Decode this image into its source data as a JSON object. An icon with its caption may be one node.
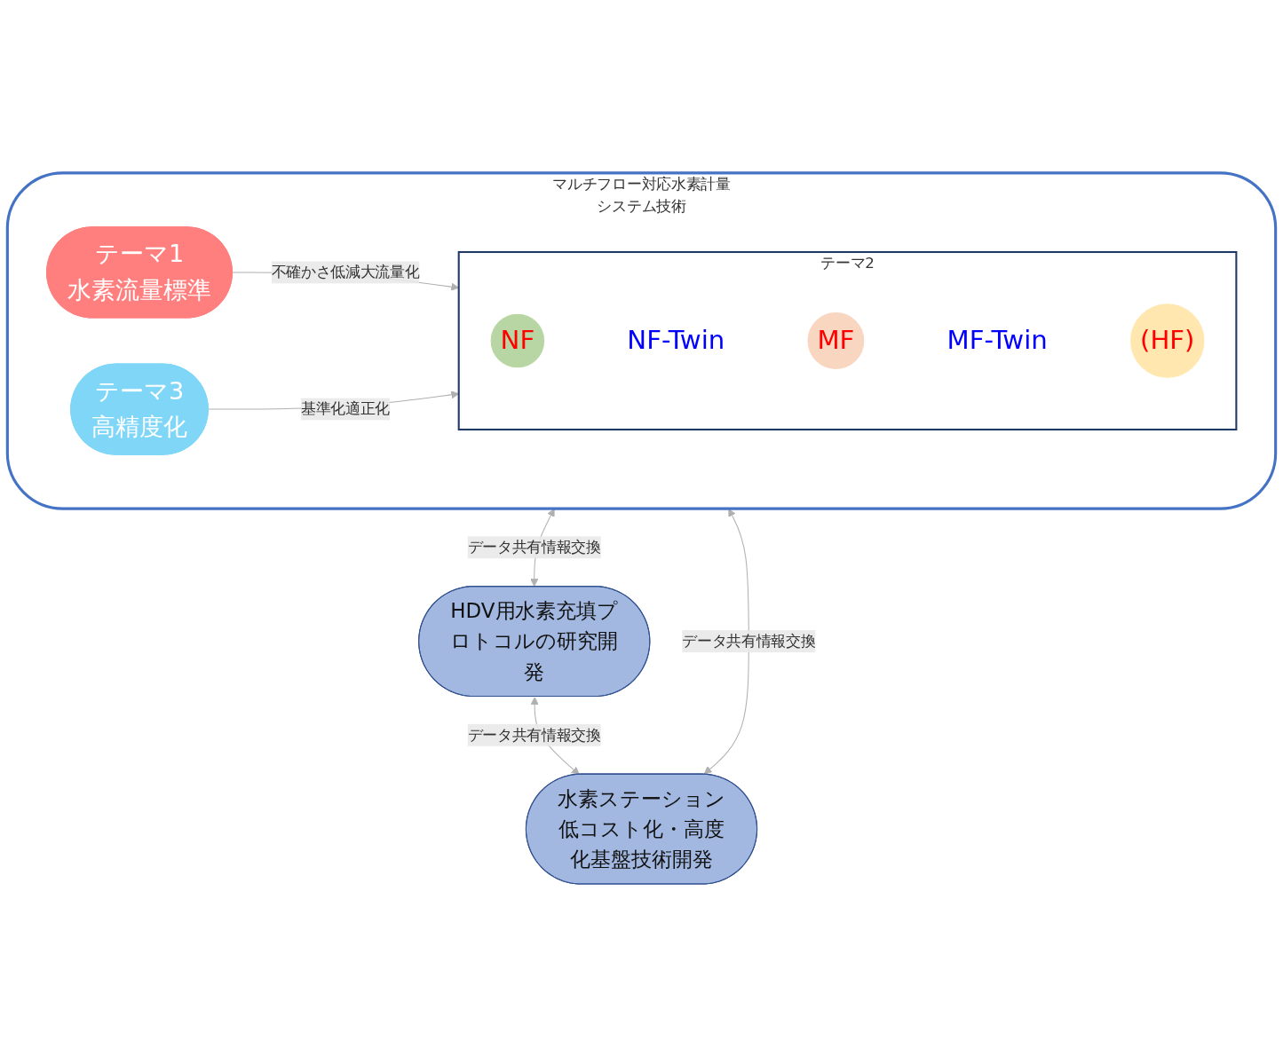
{
  "diagram": {
    "nodes": [
      {
        "text": [
          "マルチフロー対応水素計量システム技術"
        ]
      },
      {
        "text": [
          "テーマ1",
          "水素流量標準"
        ],
        "in": 0
      },
      {
        "text": [
          "テーマ2"
        ],
        "in": 0
      },
      {
        "text": [
          "NF"
        ],
        "in": 2
      },
      {
        "text": [
          "NF-Twin"
        ],
        "in": 2
      },
      {
        "text": [
          "MF"
        ],
        "in": 2
      },
      {
        "text": [
          "MF-Twin"
        ],
        "in": 2
      },
      {
        "text": [
          "(HF)"
        ],
        "in": 2
      },
      {
        "text": [
          "テーマ3",
          "高精度化"
        ],
        "in": 0
      },
      {
        "text": [
          "HDV用水素充填プロトコルの研究開発"
        ]
      },
      {
        "text": [
          "水素ステーション低コスト化・高度化基盤技術開発"
        ]
      }
    ],
    "edges": [
      {
        "from": 1,
        "to": 2,
        "arrow": "to",
        "label": "不確かさ低減大流量化"
      },
      {
        "from": 8,
        "to": 2,
        "arrow": "to",
        "label": "基準化適正化"
      },
      {
        "from": 0,
        "to": 9,
        "arrow": "both",
        "label": "データ共有情報交換"
      },
      {
        "from": 0,
        "to": 10,
        "arrow": "both",
        "label": "データ共有情報交換"
      },
      {
        "from": 9,
        "to": 10,
        "arrow": "both",
        "label": "データ共有情報交換"
      }
    ]
  }
}
